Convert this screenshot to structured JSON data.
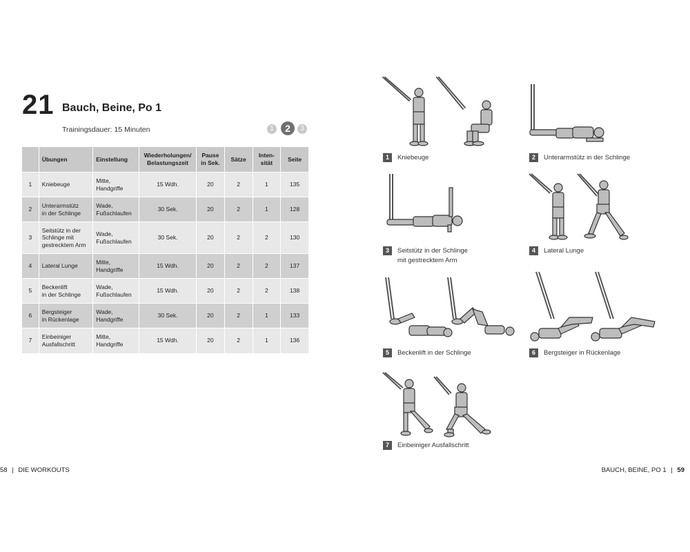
{
  "header": {
    "workout_number": "21",
    "title": "Bauch, Beine, Po 1",
    "duration": "Trainingsdauer: 15 Minuten",
    "levels": [
      "1",
      "2",
      "3"
    ]
  },
  "table": {
    "columns": [
      "",
      "Übungen",
      "Einstellung",
      "Wiederholungen/\nBelastungszeit",
      "Pause\nin Sek.",
      "Sätze",
      "Inten-\nsität",
      "Seite"
    ],
    "rows": [
      {
        "nr": "1",
        "exercise": "Kniebeuge",
        "setting": "Mitte,\nHandgriffe",
        "reps": "15 Wdh.",
        "pause": "20",
        "sets": "2",
        "intensity": "1",
        "page": "135"
      },
      {
        "nr": "2",
        "exercise": "Unterarmstütz\nin der Schlinge",
        "setting": "Wade,\nFußschlaufen",
        "reps": "30 Sek.",
        "pause": "20",
        "sets": "2",
        "intensity": "1",
        "page": "128"
      },
      {
        "nr": "3",
        "exercise": "Seitstütz in der\nSchlinge mit\ngestrecktem Arm",
        "setting": "Wade,\nFußschlaufen",
        "reps": "30 Sek.",
        "pause": "20",
        "sets": "2",
        "intensity": "2",
        "page": "130"
      },
      {
        "nr": "4",
        "exercise": "Lateral Lunge",
        "setting": "Mitte,\nHandgriffe",
        "reps": "15 Wdh.",
        "pause": "20",
        "sets": "2",
        "intensity": "2",
        "page": "137"
      },
      {
        "nr": "5",
        "exercise": "Beckenlift\nin der Schlinge",
        "setting": "Wade,\nFußschlaufen",
        "reps": "15 Wdh.",
        "pause": "20",
        "sets": "2",
        "intensity": "2",
        "page": "138"
      },
      {
        "nr": "6",
        "exercise": "Bergsteiger\nin Rückenlage",
        "setting": "Wade,\nHandgriffe",
        "reps": "30 Sek.",
        "pause": "20",
        "sets": "2",
        "intensity": "1",
        "page": "133"
      },
      {
        "nr": "7",
        "exercise": "Einbeiniger\nAusfallschritt",
        "setting": "Mitte,\nHandgriffe",
        "reps": "15 Wdh.",
        "pause": "20",
        "sets": "2",
        "intensity": "1",
        "page": "136"
      }
    ]
  },
  "figures": [
    {
      "num": "1",
      "caption": "Kniebeuge"
    },
    {
      "num": "2",
      "caption": "Unterarmstütz in der Schlinge"
    },
    {
      "num": "3",
      "caption": "Seitstütz in der Schlinge\nmit gestrecktem Arm"
    },
    {
      "num": "4",
      "caption": "Lateral Lunge"
    },
    {
      "num": "5",
      "caption": "Beckenlift in der Schlinge"
    },
    {
      "num": "6",
      "caption": "Bergsteiger in Rückenlage"
    },
    {
      "num": "7",
      "caption": "Einbeiniger Ausfallschritt"
    }
  ],
  "footer": {
    "left_page": "58",
    "left_section": "DIE WORKOUTS",
    "right_section": "BAUCH, BEINE, PO 1",
    "right_page": "59"
  },
  "colors": {
    "header_bg": "#c9c9c9",
    "row_light": "#e8e8e8",
    "row_dark": "#cfcfcf",
    "level_active": "#707070",
    "level_inactive": "#c8c8c8",
    "caption_badge": "#555555"
  }
}
